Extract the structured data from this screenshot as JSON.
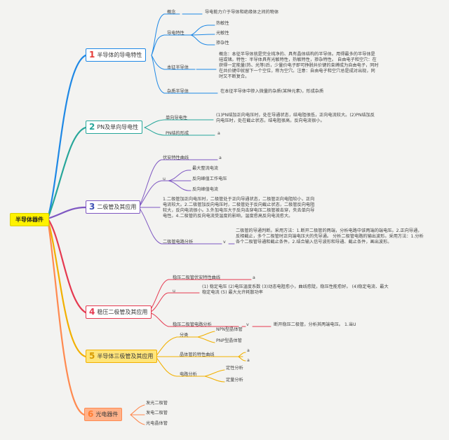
{
  "root": "半导体器件",
  "topics": [
    {
      "num": "1",
      "label": "半导体的导电特性"
    },
    {
      "num": "2",
      "label": "PN及单向导电性"
    },
    {
      "num": "3",
      "label": "二极管及其应用"
    },
    {
      "num": "4",
      "label": "稳压二极管及其应用"
    },
    {
      "num": "5",
      "label": "半导体三极管及其应用"
    },
    {
      "num": "6",
      "label": "光电器件"
    }
  ],
  "b1": {
    "concept": "概念",
    "concept_desc": "导电能力介于导体和绝缘体之间的物体",
    "conduct": "导电特性",
    "thermal": "热敏性",
    "photo": "光敏性",
    "doping": "掺杂性",
    "intrinsic": "本征半导体",
    "intrinsic_desc": "概念：本征半导体就是完全纯净的、具有晶体结构的半导体。用得最多的半导体是硅或锗。特性：半导体具有光敏特性，热敏特性，掺杂特性。 自由电子和空穴：在获得一定能量(热、光等)后，少量价电子即可挣脱共价键的束缚成为自由电子，同时在共价键中就留下一个空位，称为空穴。注意：自由电子和空穴总是成对出现，同时又不断复合。",
    "impurity": "杂质半导体",
    "impurity_desc": "在本征半导体中掺入微量的杂质(某种元素)，形成杂质"
  },
  "b2": {
    "unidir": "单向导电性",
    "unidir_desc": "(1)PN结加正向电压时，处在导通状态，结电阻很低，正向电流较大。(2)PN结加反向电压时，处在截止状态，结电阻很高，反向电流很小。",
    "formation": "PN结的形成",
    "formation_val": "a"
  },
  "b3": {
    "vi_curve": "伏安特性曲线",
    "vi_val": "a",
    "u": "u",
    "max_rect": "最大整流电流",
    "rev_peak_v": "反向峰值工作电压",
    "rev_peak_i": "反向峰值电流",
    "text": "1.二极管加正向电压时，二极管处于正向导通状态，二极管正向电阻较小，正向电流较大。2.二极管加反向电压时，二极管处于反向截止状态，二极管反向电阻较大，反向电流很小。3.外加电压大于反向击穿电压二极管被击穿，失去单向导电性。4.二极管的反向电流受温度的影响，温度愈高反向电流愈大。",
    "circuit": "二极管电路分析",
    "circuit_v": "v",
    "circuit_desc": "二极管的导通判断。采用方法：1.断开二极管的两端，分析电路中该两端的端电压。2.正向导通，反相截止，多个二极管时正向端电压大的先导通。 分析二极管电路的输出波形。采用方法：1.分析各个二极管导通和截止条件。2.结合输入信号波形和导通、截止条件，画出波形。"
  },
  "b4": {
    "curve": "稳压二极管伏安特性曲线",
    "curve_val": "a",
    "u": "u",
    "params": "(1) 稳定电压 (2)电压温度系数 (3)动态电阻愈小，曲线愈陡，稳压性能愈好。 (4)稳定电流、最大稳定电流 (5) 最大允许耗散功率",
    "analysis": "稳压二极管电路分析",
    "analysis_v": "v",
    "analysis_desc": "断开稳压二极管，分析其两端电压。 1.当U"
  },
  "b5": {
    "classify": "分类",
    "npn": "NPN型晶体管",
    "pnp": "PNP型晶体管",
    "curve": "晶体管的特性曲线",
    "a1": "a",
    "a2": "a",
    "circuit": "电路分析",
    "qual": "定性分析",
    "quant": "定量分析"
  },
  "b6": {
    "led": "发光二极管",
    "photodiode": "发电二极管",
    "phototrans": "光电晶体管"
  },
  "colors": {
    "branch1": "#1e88e5",
    "branch2": "#26a69a",
    "branch3": "#7e57c2",
    "branch4": "#e53950",
    "branch5": "#f2b000",
    "branch6": "#ff8a50",
    "root": "#fff200"
  }
}
